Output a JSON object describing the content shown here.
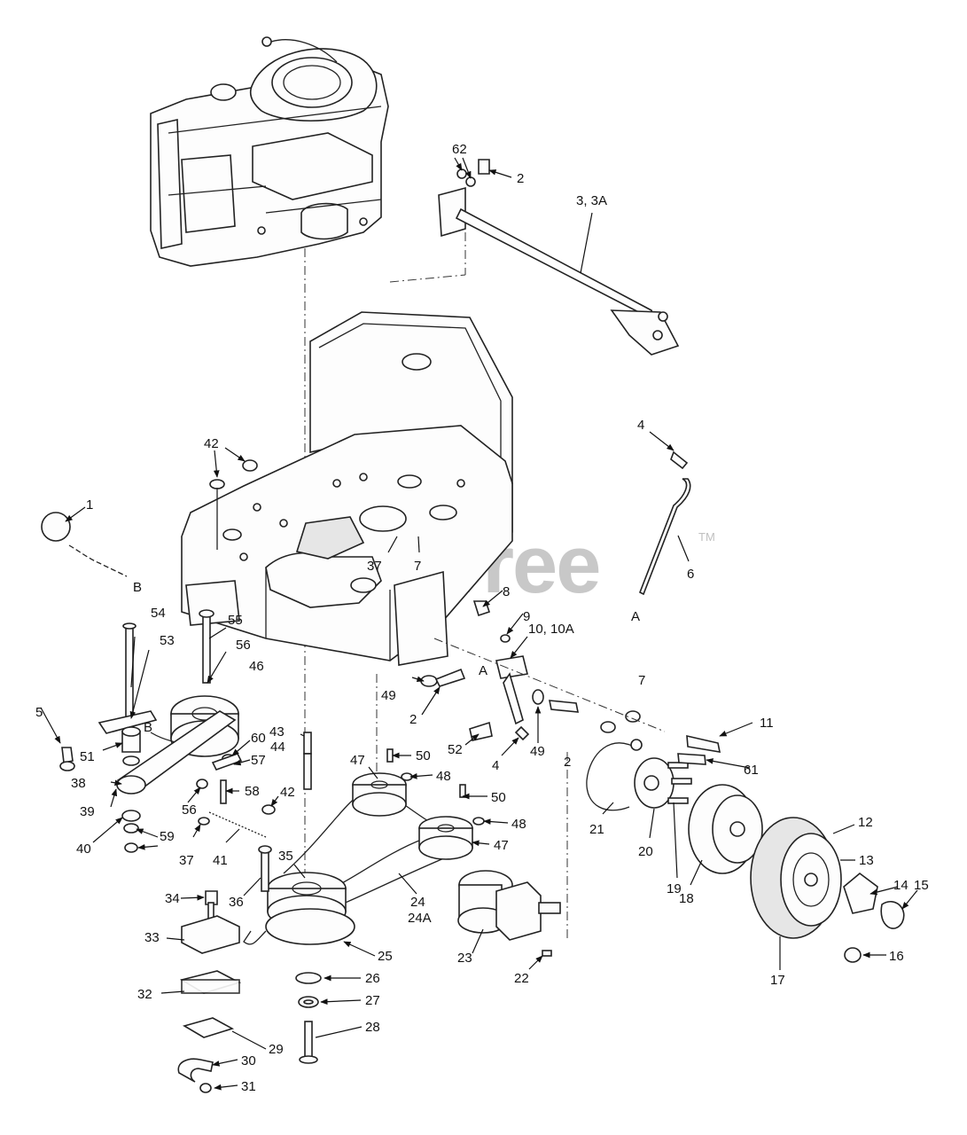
{
  "watermark": {
    "text": "PartsTree",
    "tm": "TM"
  },
  "callouts": [
    {
      "key": "c62",
      "text": "62"
    },
    {
      "key": "c2a",
      "text": "2"
    },
    {
      "key": "c3",
      "text": "3, 3A"
    },
    {
      "key": "c4a",
      "text": "4"
    },
    {
      "key": "c42a",
      "text": "42"
    },
    {
      "key": "c1",
      "text": "1"
    },
    {
      "key": "cB1",
      "text": "B"
    },
    {
      "key": "c37a",
      "text": "37"
    },
    {
      "key": "c7a",
      "text": "7"
    },
    {
      "key": "c6",
      "text": "6"
    },
    {
      "key": "cA1",
      "text": "A"
    },
    {
      "key": "c8",
      "text": "8"
    },
    {
      "key": "c54",
      "text": "54"
    },
    {
      "key": "c55",
      "text": "55"
    },
    {
      "key": "c53",
      "text": "53"
    },
    {
      "key": "c56a",
      "text": "56"
    },
    {
      "key": "c46",
      "text": "46"
    },
    {
      "key": "c9",
      "text": "9"
    },
    {
      "key": "c10",
      "text": "10, 10A"
    },
    {
      "key": "cA2",
      "text": "A"
    },
    {
      "key": "c7b",
      "text": "7"
    },
    {
      "key": "c5",
      "text": "5"
    },
    {
      "key": "c49a",
      "text": "49"
    },
    {
      "key": "c2b",
      "text": "2"
    },
    {
      "key": "c49b",
      "text": "49"
    },
    {
      "key": "c11",
      "text": "11"
    },
    {
      "key": "c51",
      "text": "51"
    },
    {
      "key": "cB2",
      "text": "B"
    },
    {
      "key": "c43",
      "text": "43"
    },
    {
      "key": "c60",
      "text": "60"
    },
    {
      "key": "c57",
      "text": "57"
    },
    {
      "key": "c52",
      "text": "52"
    },
    {
      "key": "c4b",
      "text": "4"
    },
    {
      "key": "c2c",
      "text": "2"
    },
    {
      "key": "c44",
      "text": "44"
    },
    {
      "key": "c50a",
      "text": "50"
    },
    {
      "key": "c61",
      "text": "61"
    },
    {
      "key": "c38",
      "text": "38"
    },
    {
      "key": "c47a",
      "text": "47"
    },
    {
      "key": "c48a",
      "text": "48"
    },
    {
      "key": "c39",
      "text": "39"
    },
    {
      "key": "c56b",
      "text": "56"
    },
    {
      "key": "c58",
      "text": "58"
    },
    {
      "key": "c42b",
      "text": "42"
    },
    {
      "key": "c50b",
      "text": "50"
    },
    {
      "key": "c48b",
      "text": "48"
    },
    {
      "key": "c12",
      "text": "12"
    },
    {
      "key": "c40",
      "text": "40"
    },
    {
      "key": "c59",
      "text": "59"
    },
    {
      "key": "c37b",
      "text": "37"
    },
    {
      "key": "c41",
      "text": "41"
    },
    {
      "key": "c47b",
      "text": "47"
    },
    {
      "key": "c21",
      "text": "21"
    },
    {
      "key": "c20",
      "text": "20"
    },
    {
      "key": "c13",
      "text": "13"
    },
    {
      "key": "c14",
      "text": "14"
    },
    {
      "key": "c15",
      "text": "15"
    },
    {
      "key": "c35",
      "text": "35"
    },
    {
      "key": "c19",
      "text": "19"
    },
    {
      "key": "c18",
      "text": "18"
    },
    {
      "key": "c34",
      "text": "34"
    },
    {
      "key": "c36",
      "text": "36"
    },
    {
      "key": "c24",
      "text": "24"
    },
    {
      "key": "c24A",
      "text": "24A"
    },
    {
      "key": "c23",
      "text": "23"
    },
    {
      "key": "c25",
      "text": "25"
    },
    {
      "key": "c33",
      "text": "33"
    },
    {
      "key": "c22",
      "text": "22"
    },
    {
      "key": "c16",
      "text": "16"
    },
    {
      "key": "c17",
      "text": "17"
    },
    {
      "key": "c26",
      "text": "26"
    },
    {
      "key": "c32",
      "text": "32"
    },
    {
      "key": "c27",
      "text": "27"
    },
    {
      "key": "c28",
      "text": "28"
    },
    {
      "key": "c29",
      "text": "29"
    },
    {
      "key": "c30",
      "text": "30"
    },
    {
      "key": "c31",
      "text": "31"
    }
  ]
}
